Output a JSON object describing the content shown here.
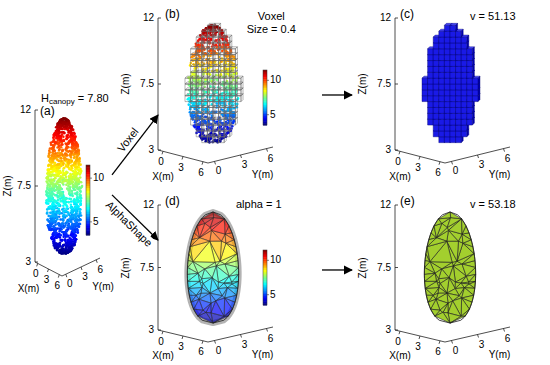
{
  "diagram": {
    "nodes": [
      {
        "text": [
          "(a)",
          "H",
          "canopy",
          "= 7.80"
        ]
      },
      {
        "text": [
          "(b)",
          "Voxel Size = 0.4"
        ]
      },
      {
        "text": [
          "(c)",
          "v = 51.13"
        ]
      },
      {
        "text": [
          "(d)",
          "alpha = 1"
        ]
      },
      {
        "text": [
          "(e)",
          "v = 53.18"
        ]
      }
    ],
    "edges": [
      {
        "from": 0,
        "to": 1,
        "arrow": "to",
        "label": "Voxel"
      },
      {
        "from": 0,
        "to": 3,
        "arrow": "to",
        "label": "AlphaShape"
      },
      {
        "from": 1,
        "to": 2,
        "arrow": "to"
      },
      {
        "from": 3,
        "to": 4,
        "arrow": "to"
      }
    ],
    "labels": [
      "12",
      "7.5",
      "3",
      "Z(m)",
      "0",
      "3",
      "6",
      "X(m)",
      "0",
      "3",
      "6",
      "Y(m)",
      "12",
      "7.5",
      "3",
      "Z(m)",
      "0",
      "3",
      "6",
      "X(m)",
      "0",
      "3",
      "6",
      "Y(m)",
      "12",
      "7.5",
      "3",
      "Z(m)",
      "0",
      "3",
      "6",
      "X(m)",
      "0",
      "3",
      "6",
      "Y(m)",
      "12",
      "7.5",
      "3",
      "Z(m)",
      "0",
      "3",
      "6",
      "X(m)",
      "0",
      "3",
      "6",
      "Y(m)",
      "12",
      "7.5",
      "3",
      "Z(m)",
      "0",
      "3",
      "6",
      "X(m)",
      "0",
      "3",
      "6",
      "Y(m)",
      "10",
      "5",
      "10",
      "5",
      "10",
      "5"
    ]
  }
}
